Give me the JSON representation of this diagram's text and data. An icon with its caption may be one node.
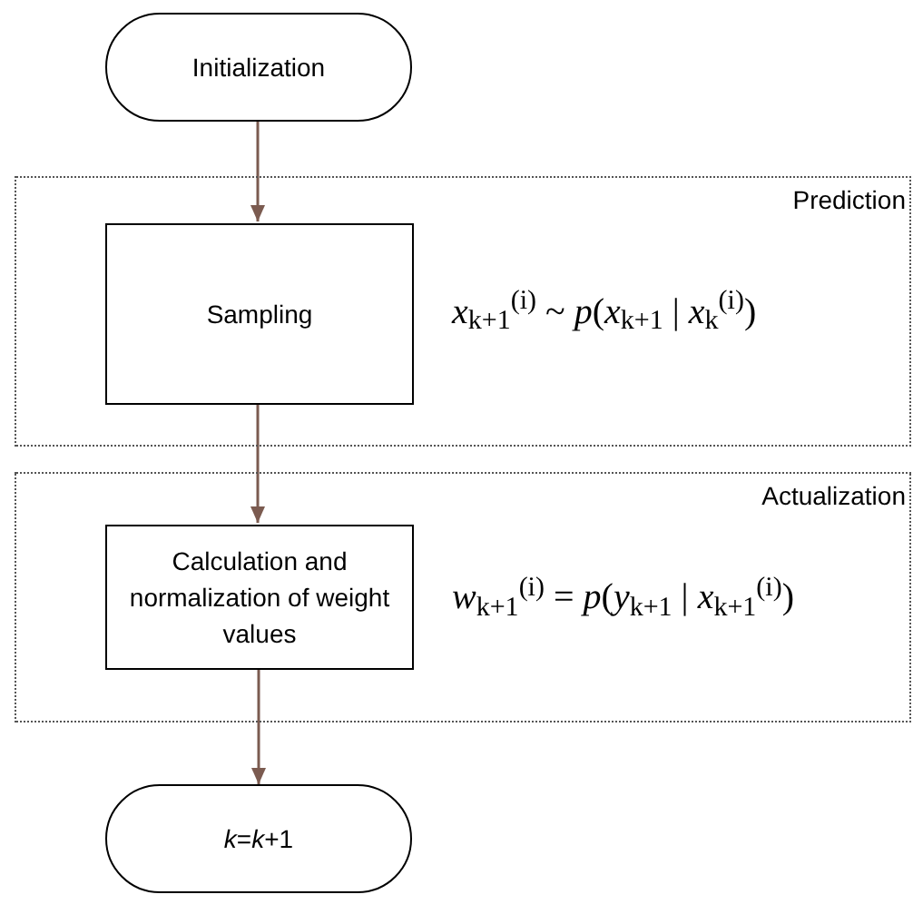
{
  "diagram": {
    "nodes": [
      {
        "text": [
          "Initialization"
        ]
      },
      {
        "text": [
          "Prediction",
          "*x*$_{k+1}$$^{(i)}$ ~ *p*(*x*$_{k+1}$ | *x*$_{k}$$^{(i)}$)"
        ]
      },
      {
        "text": [
          "Sampling"
        ],
        "in": 1
      },
      {
        "text": [
          "Actualization",
          "*w*$_{k+1}$$^{(i)}$ = *p*(*y*$_{k+1}$ | *x*$_{k+1}$$^{(i)}$)"
        ]
      },
      {
        "text": [
          "Calculation and normalization of weight values"
        ],
        "in": 3
      },
      {
        "text": [
          "*k*=*k*+1"
        ]
      }
    ],
    "edges": [
      {
        "from": 0,
        "to": 2,
        "arrow": "to"
      },
      {
        "from": 2,
        "to": 4,
        "arrow": "to"
      },
      {
        "from": 4,
        "to": 5,
        "arrow": "to"
      }
    ]
  }
}
